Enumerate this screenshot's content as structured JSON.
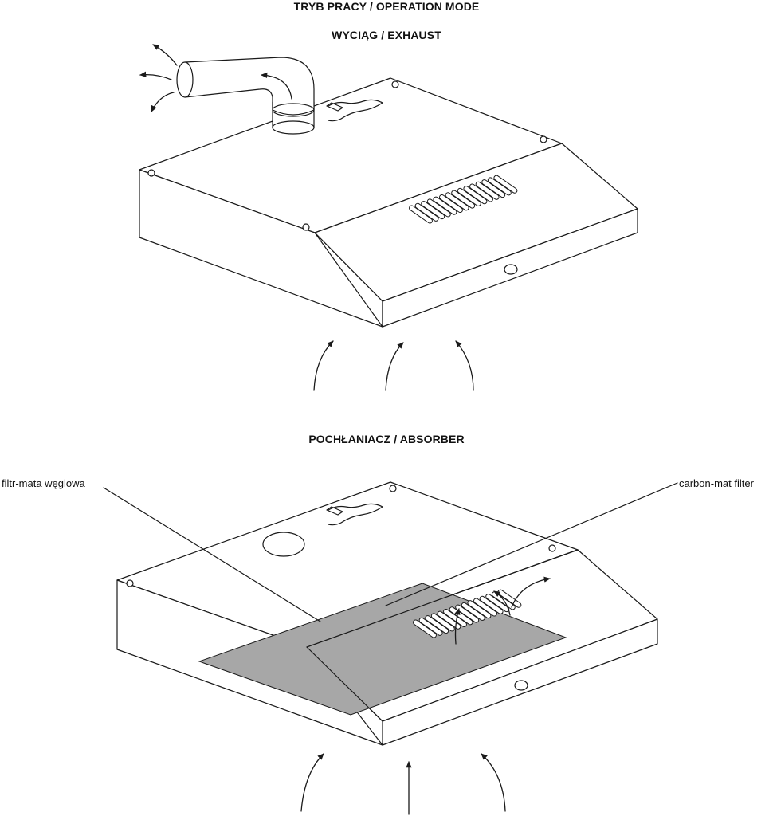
{
  "diagram": {
    "title": "TRYB PRACY / OPERATION MODE",
    "exhaust_title": "WYCIĄG / EXHAUST",
    "absorber_title": "POCHŁANIACZ / ABSORBER",
    "filter_label_pl": "filtr-mata węglowa",
    "filter_label_en": "carbon-mat filter",
    "filter_color": "#a7a7a7",
    "line_color": "#1a1a1a"
  }
}
